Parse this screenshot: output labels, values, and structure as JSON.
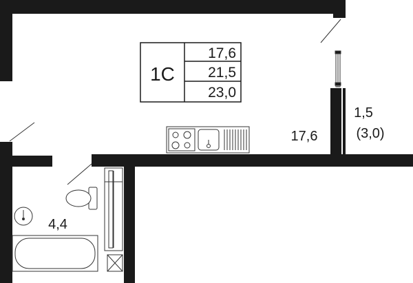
{
  "apartment": {
    "type_label": "1С",
    "areas": [
      "17,6",
      "21,5",
      "23,0"
    ]
  },
  "rooms": {
    "living_area": "17,6",
    "bathroom_area": "4,4",
    "balcony_area": "1,5",
    "balcony_area_full": "(3,0)"
  },
  "colors": {
    "wall": "#1a1a1a",
    "background": "#ffffff",
    "fixture_stroke": "#333333"
  }
}
